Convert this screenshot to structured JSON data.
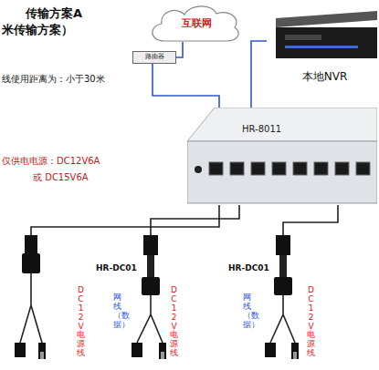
{
  "diagram": {
    "nodes": [
      {
        "text": [
          "互联网"
        ]
      },
      {
        "text": [
          "路由器"
        ]
      },
      {
        "text": [
          "本地NVR"
        ]
      },
      {
        "text": [
          "HR-8011"
        ]
      },
      {
        "text": [
          "HR-DC01"
        ]
      },
      {
        "text": [
          "HR-DC01"
        ]
      }
    ],
    "edges": [
      {
        "from": 1,
        "to": 0,
        "arrow": "none"
      },
      {
        "from": 1,
        "to": 3,
        "arrow": "none"
      },
      {
        "from": 2,
        "to": 3,
        "arrow": "none"
      },
      {
        "from": 3,
        "to": 4,
        "arrow": "none"
      },
      {
        "from": 3,
        "to": 5,
        "arrow": "none"
      }
    ],
    "labels": [
      "传输方案A",
      "米传输方案）",
      "线使用距离为：小于30米",
      "仅供电电源：DC12V6A",
      "或 DC15V6A",
      "DC12V电源线",
      "网线（数据）",
      "DC12V电源线",
      "网线（数据）",
      "DC12V电源线"
    ]
  }
}
